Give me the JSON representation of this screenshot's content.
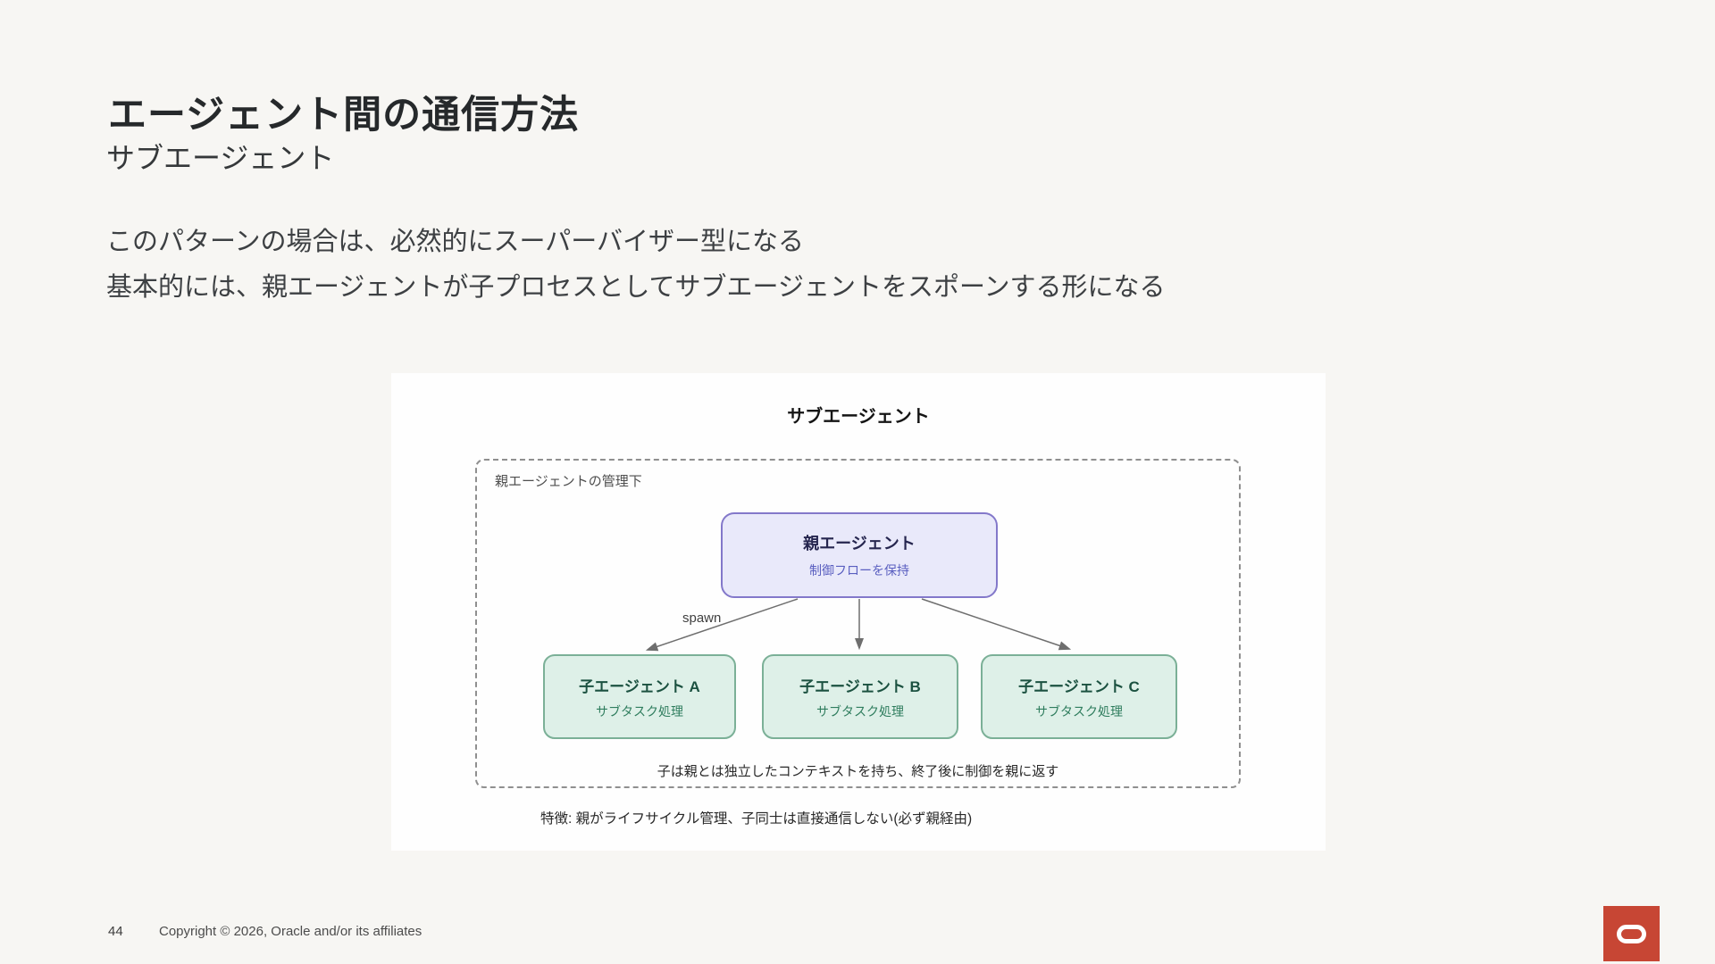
{
  "slide": {
    "title": "エージェント間の通信方法",
    "subtitle": "サブエージェント",
    "body_lines": [
      "このパターンの場合は、必然的にスーパーバイザー型になる",
      "基本的には、親エージェントが子プロセスとしてサブエージェントをスポーンする形になる"
    ],
    "page_number": "44",
    "copyright": "Copyright © 2026, Oracle and/or its affiliates"
  },
  "diagram": {
    "title": "サブエージェント",
    "container_label": "親エージェントの管理下",
    "parent_node": {
      "title": "親エージェント",
      "subtitle": "制御フローを保持"
    },
    "spawn_label": "spawn",
    "child_nodes": [
      {
        "title": "子エージェント A",
        "subtitle": "サブタスク処理"
      },
      {
        "title": "子エージェント B",
        "subtitle": "サブタスク処理"
      },
      {
        "title": "子エージェント C",
        "subtitle": "サブタスク処理"
      }
    ],
    "container_note": "子は親とは独立したコンテキストを持ち、終了後に制御を親に返す",
    "caption": "特徴: 親がライフサイクル管理、子同士は直接通信しない(必ず親経由)",
    "colors": {
      "panel_background": "#fefefe",
      "parent_fill": "#e9e9fa",
      "parent_border": "#8378ca",
      "parent_subtext": "#5a5fc0",
      "child_fill": "#def0e8",
      "child_border": "#7bb097",
      "child_text": "#1b5140",
      "arrow": "#6e6e6e",
      "dashed_border": "#8f8f8f"
    }
  },
  "footer": {
    "logo": "oracle-logo",
    "logo_color": "#c74634"
  },
  "background_color": "#f7f6f3"
}
